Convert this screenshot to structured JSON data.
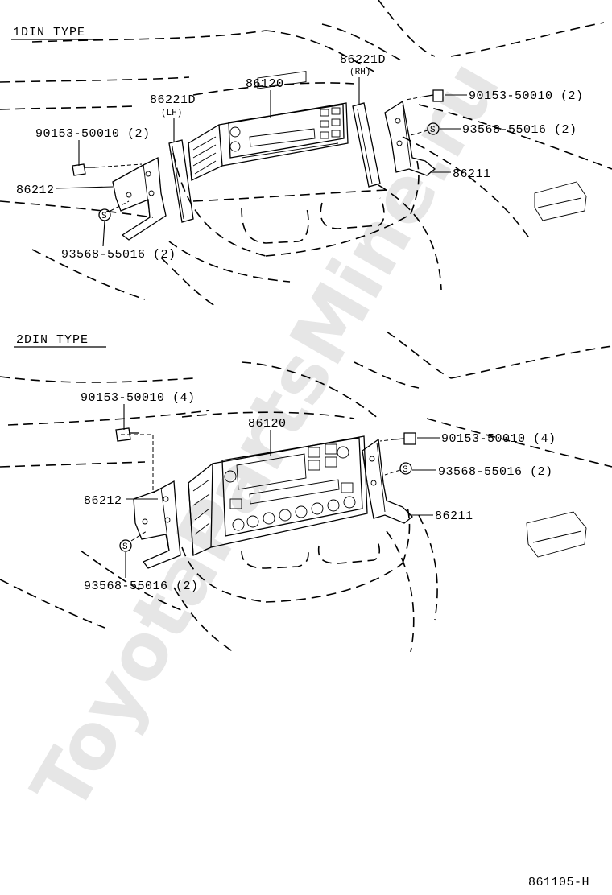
{
  "watermark": "ToyotaPartsMine.ru",
  "sections": {
    "top_title": "1DIN TYPE",
    "bottom_title": "2DIN TYPE"
  },
  "top_labels": {
    "bolt_lh": "90153-50010 (2)",
    "bracket_lh": "86212",
    "nut_lh": "93568-55016 (2)",
    "trim_lh": "86221D",
    "trim_lh_side": "(LH)",
    "radio": "86120",
    "trim_rh": "86221D",
    "trim_rh_side": "(RH)",
    "bolt_rh": "90153-50010 (2)",
    "nut_rh": "93568-55016 (2)",
    "bracket_rh": "86211"
  },
  "bottom_labels": {
    "bolt_lh": "90153-50010 (4)",
    "bracket_lh": "86212",
    "nut_lh": "93568-55016 (2)",
    "radio": "86120",
    "bolt_rh": "90153-50010 (4)",
    "nut_rh": "93568-55016 (2)",
    "bracket_rh": "86211"
  },
  "figure_code": "861105-H",
  "icons": [
    "bolt-icon",
    "nut-s-icon",
    "bracket-icon",
    "radio-unit-icon"
  ]
}
